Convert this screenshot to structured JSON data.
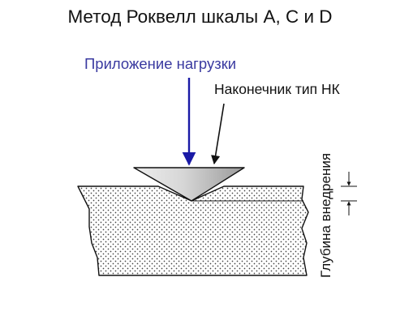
{
  "title": "Метод Роквелл шкалы A, C и D",
  "labels": {
    "load": "Приложение нагрузки",
    "tip": "Наконечник тип НК",
    "depth": "Глубина внедрения"
  },
  "colors": {
    "load_arrow": "#1a1aa6",
    "load_text": "#3a3aa0",
    "outline": "#111111",
    "stipple": "#444444",
    "indenter_light": "#eeeeee",
    "indenter_dark": "#9a9a9a"
  }
}
